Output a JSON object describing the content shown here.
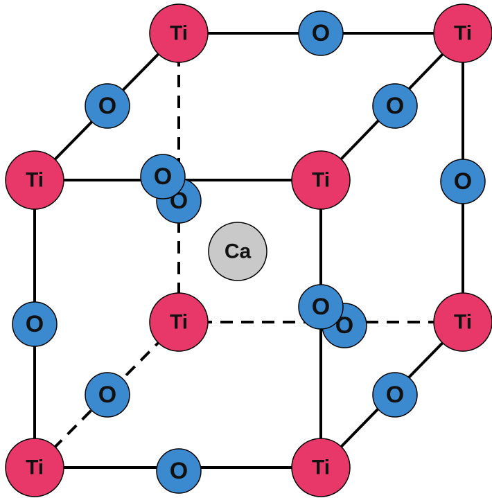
{
  "diagram": {
    "atom_types": {
      "ti": {
        "label": "Ti",
        "color": "#e8386a"
      },
      "o": {
        "label": "O",
        "color": "#3b8ad0"
      },
      "ca": {
        "label": "Ca",
        "color": "#c9c9c9"
      }
    },
    "edge_color": "#000000",
    "atom_outline": "#000000"
  }
}
